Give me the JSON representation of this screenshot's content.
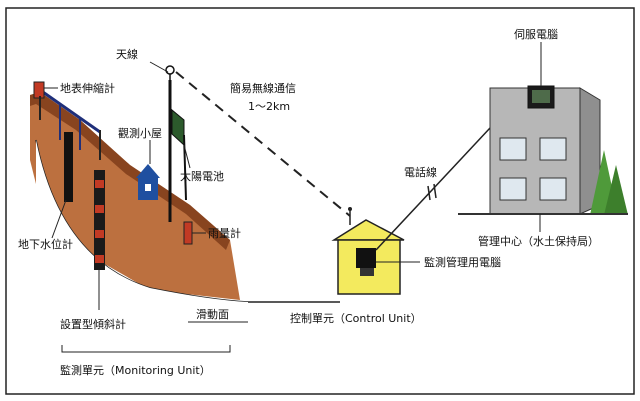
{
  "labels": {
    "surface_extensometer": "地表伸縮計",
    "antenna": "天線",
    "radio": "簡易無線通信",
    "radio_range": "1～2km",
    "servo_computer": "伺服電腦",
    "observation_hut": "觀測小屋",
    "solar_panel": "太陽電池",
    "phone_line": "電話線",
    "groundwater_gauge": "地下水位計",
    "rain_gauge": "雨量計",
    "monitor_computer": "監測管理用電腦",
    "management_center": "管理中心（水土保持局）",
    "inclinometer": "設置型傾斜計",
    "slide_surface": "滑動面",
    "control_unit": "控制單元（Control Unit）",
    "monitoring_unit": "監測單元（Monitoring Unit）"
  },
  "colors": {
    "slope_brown": "#b5612a",
    "hut_blue": "#1f4fa0",
    "rain_red": "#c23a24",
    "control_yellow": "#f3ea5e",
    "building_grey": "#b7b7b7",
    "tree_green": "#4f9a3a"
  }
}
